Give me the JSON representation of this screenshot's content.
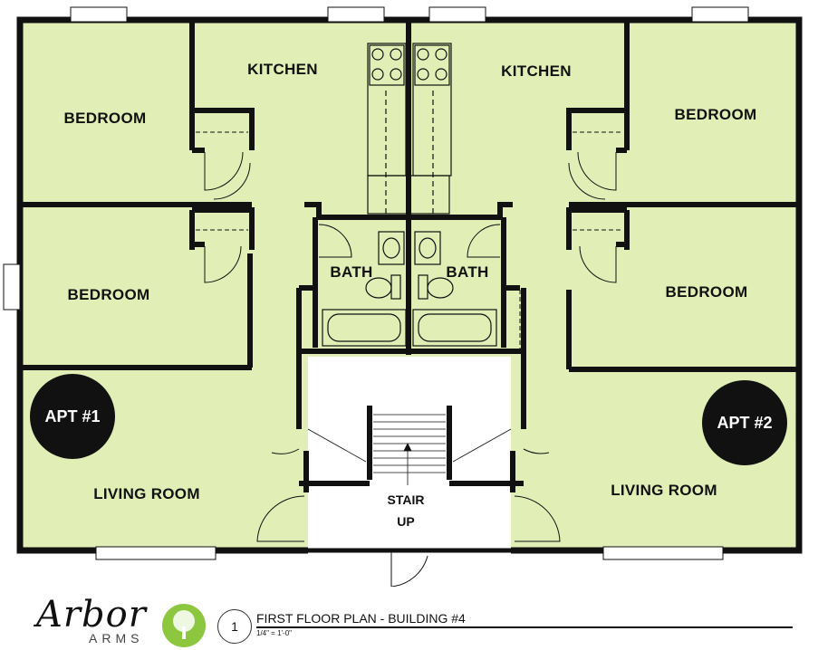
{
  "rooms": {
    "kitchen_1": "KITCHEN",
    "kitchen_2": "KITCHEN",
    "bedroom_1a": "BEDROOM",
    "bedroom_1b": "BEDROOM",
    "bedroom_2a": "BEDROOM",
    "bedroom_2b": "BEDROOM",
    "bath_1": "BATH",
    "bath_2": "BATH",
    "living_1": "LIVING ROOM",
    "living_2": "LIVING ROOM"
  },
  "apartments": {
    "apt_1": "APT #1",
    "apt_2": "APT #2"
  },
  "stair": {
    "line1": "STAIR",
    "line2": "UP"
  },
  "title_block": {
    "brand": "Arbor",
    "brand_sub": "ARMS",
    "sheet_number": "1",
    "sheet_title": "FIRST FLOOR PLAN - BUILDING #4",
    "scale": "1/4\" = 1'-0\""
  },
  "colors": {
    "room_fill": "#e1efb6",
    "wall": "#111111",
    "badge": "#111111",
    "brand_green": "#8dc63f"
  }
}
